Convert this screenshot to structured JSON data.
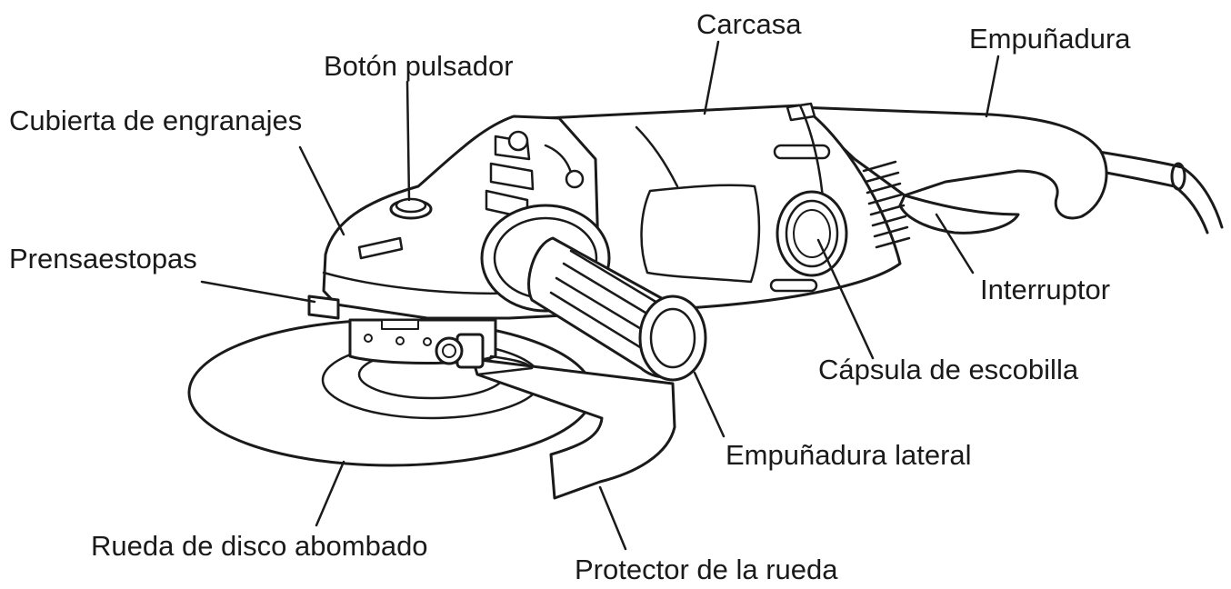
{
  "diagram": {
    "labels": {
      "carcasa": "Carcasa",
      "empunadura": "Empuñadura",
      "boton_pulsador": "Botón pulsador",
      "cubierta_engranajes": "Cubierta de engranajes",
      "prensaestopas": "Prensaestopas",
      "interruptor": "Interruptor",
      "capsula_escobilla": "Cápsula de escobilla",
      "empunadura_lateral": "Empuñadura lateral",
      "rueda_disco": "Rueda de disco abombado",
      "protector_rueda": "Protector de la rueda"
    },
    "colors": {
      "ink": "#1a1a1a",
      "background": "#ffffff"
    }
  }
}
